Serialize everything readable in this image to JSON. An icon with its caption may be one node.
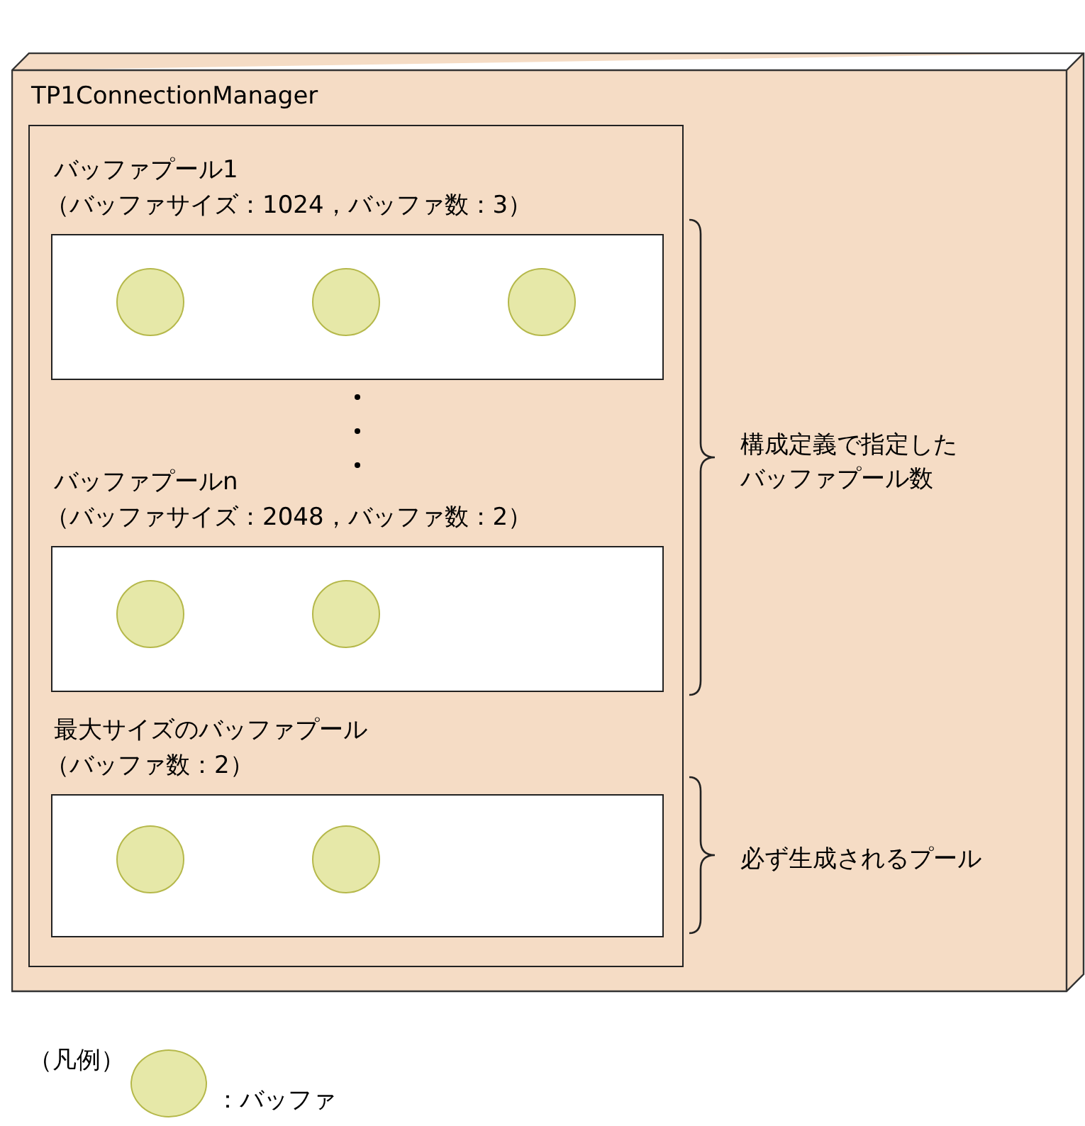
{
  "diagram": {
    "nodes": [
      {
        "text": [],
        "shape": "box"
      },
      {
        "text": [
          "TP1ConnectionManager"
        ],
        "in": 0
      },
      {
        "text": [
          "バッファプール1",
          "（バッファサイズ：1024，バッファ数：3）"
        ],
        "in": 1
      },
      {
        "text": [],
        "shape": "circle",
        "in": 2
      },
      {
        "text": [],
        "shape": "circle",
        "in": 2
      },
      {
        "text": [],
        "shape": "circle",
        "in": 2
      },
      {
        "text": [
          "バッファプールn",
          "（バッファサイズ：2048，バッファ数：2）"
        ],
        "in": 1
      },
      {
        "text": [],
        "shape": "circle",
        "in": 6
      },
      {
        "text": [],
        "shape": "circle",
        "in": 6
      },
      {
        "text": [
          "最大サイズのバッファプール",
          "（バッファ数：2）"
        ],
        "in": 1
      },
      {
        "text": [],
        "shape": "circle",
        "in": 9
      },
      {
        "text": [],
        "shape": "circle",
        "in": 9
      }
    ],
    "edges": [],
    "labels": [
      "構成定義で指定したバッファプール数",
      "必ず生成されるプール",
      "（凡例）"
    ],
    "legend": [
      {
        "text": "：バッファ",
        "color": "#e6e8a8"
      }
    ]
  }
}
